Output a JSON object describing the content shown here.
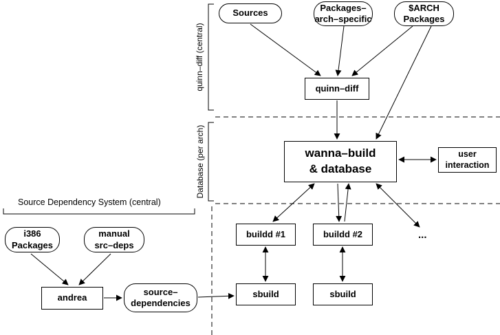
{
  "sections": {
    "quinn_diff_bracket_label": "quinn–diff (central)",
    "database_bracket_label": "Database (per arch)",
    "source_dep_bracket_label": "Source Dependency System (central)"
  },
  "nodes": {
    "sources": {
      "label": "Sources"
    },
    "packages_arch": {
      "line1": "Packages–",
      "line2": "arch–specific"
    },
    "arch_packages": {
      "line1": "$ARCH",
      "line2": "Packages"
    },
    "quinn_diff": {
      "label": "quinn–diff"
    },
    "wanna_build": {
      "line1": "wanna–build",
      "line2": "& database"
    },
    "user_interaction": {
      "line1": "user",
      "line2": "interaction"
    },
    "buildd1": {
      "label": "buildd #1"
    },
    "buildd2": {
      "label": "buildd #2"
    },
    "ellipsis": {
      "label": "..."
    },
    "sbuild1": {
      "label": "sbuild"
    },
    "sbuild2": {
      "label": "sbuild"
    },
    "i386_packages": {
      "line1": "i386",
      "line2": "Packages"
    },
    "manual_src_deps": {
      "line1": "manual",
      "line2": "src–deps"
    },
    "andrea": {
      "label": "andrea"
    },
    "source_dependencies": {
      "line1": "source–",
      "line2": "dependencies"
    }
  },
  "colors": {
    "line": "#000000",
    "background": "#ffffff"
  }
}
